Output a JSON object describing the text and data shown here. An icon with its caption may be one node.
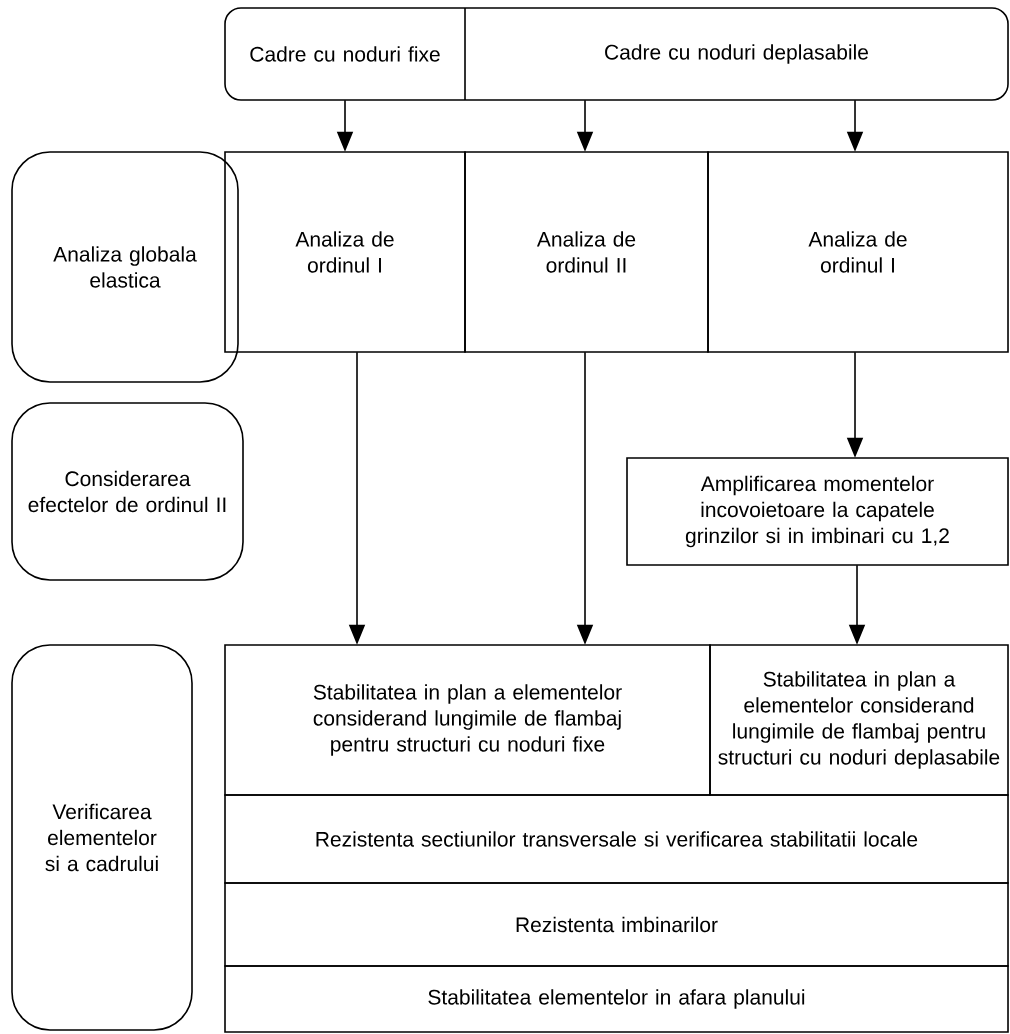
{
  "diagram": {
    "nodes": [
      {
        "text": [
          "Cadre cu noduri fixe"
        ]
      },
      {
        "text": [
          "Cadre cu noduri deplasabile"
        ]
      },
      {
        "text": [
          "Analiza globala elastica"
        ]
      },
      {
        "text": [
          "Analiza de ordinul I"
        ]
      },
      {
        "text": [
          "Analiza de ordinul II"
        ]
      },
      {
        "text": [
          "Analiza de ordinul I"
        ]
      },
      {
        "text": [
          "Considerarea efectelor de ordinul II"
        ]
      },
      {
        "text": [
          "Amplificarea momentelor incovoietoare la capatele grinzilor si in imbinari cu 1,2"
        ]
      },
      {
        "text": [
          "Verificarea elementelor si a cadrului"
        ]
      },
      {
        "text": [
          "Stabilitatea in plan a elementelor considerand lungimile de flambaj pentru structuri cu noduri fixe"
        ]
      },
      {
        "text": [
          "Stabilitatea in plan a elementelor considerand lungimile de flambaj pentru structuri cu noduri deplasabile"
        ]
      },
      {
        "text": [
          "Rezistenta sectiunilor transversale si verificarea stabilitatii locale"
        ]
      },
      {
        "text": [
          "Rezistenta imbinarilor"
        ]
      },
      {
        "text": [
          "Stabilitatea elementelor in afara planului"
        ]
      }
    ],
    "edges": [
      {
        "from": 0,
        "to": 3,
        "arrow": "to"
      },
      {
        "from": 1,
        "to": 4,
        "arrow": "to"
      },
      {
        "from": 1,
        "to": 5,
        "arrow": "to"
      },
      {
        "from": 3,
        "to": 9,
        "arrow": "to"
      },
      {
        "from": 4,
        "to": 9,
        "arrow": "to"
      },
      {
        "from": 5,
        "to": 7,
        "arrow": "to"
      },
      {
        "from": 7,
        "to": 10,
        "arrow": "to"
      }
    ]
  }
}
